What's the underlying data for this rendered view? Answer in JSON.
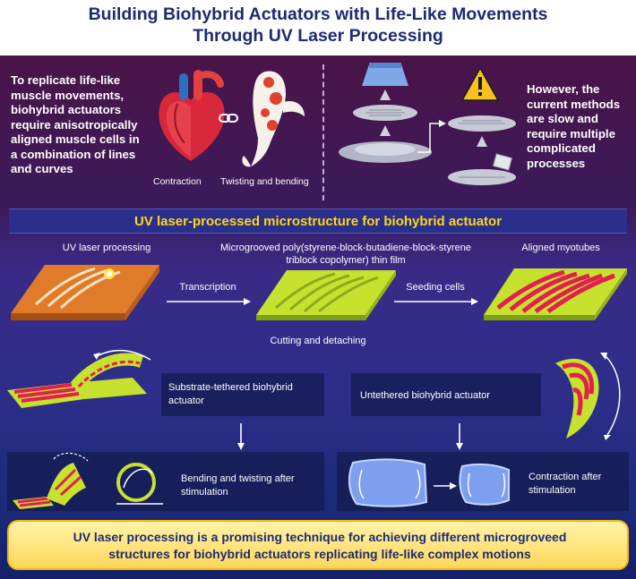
{
  "title": {
    "line1": "Building Biohybrid Actuators with Life-Like Movements",
    "line2": "Through UV Laser Processing"
  },
  "intro": {
    "left_text": "To replicate life-like muscle movements, biohybrid actuators require anisotropically aligned muscle cells in a combination of lines and curves",
    "right_text": "However, the current methods are slow and require multiple complicated processes",
    "contraction_label": "Contraction",
    "twisting_label": "Twisting and bending"
  },
  "banner": {
    "text": "UV laser-processed microstructure for biohybrid actuator"
  },
  "process": {
    "step1_label": "UV laser processing",
    "step2_label_line1": "Microgrooved poly(styrene-block-butadiene-block-styrene",
    "step2_label_line2": "triblock copolymer) thin film",
    "step3_label": "Aligned myotubes",
    "arrow1_label": "Transcription",
    "arrow2_label": "Seeding cells",
    "cutting_label": "Cutting and detaching"
  },
  "panels": {
    "tethered_line1": "Substrate-tethered biohybrid",
    "tethered_line2": "actuator",
    "untethered": "Untethered biohybrid actuator",
    "bending_line1": "Bending and twisting after",
    "bending_line2": "stimulation",
    "contraction_line1": "Contraction after",
    "contraction_line2": "stimulation"
  },
  "conclusion": {
    "line1": "UV laser processing is a promising technique for achieving different microgroveed",
    "line2": "structures for biohybrid actuators replicating life-like complex motions"
  },
  "colors": {
    "title": "#1d2a74",
    "banner_text": "#ffd51c",
    "film_orange": "#e07b2a",
    "film_green": "#c6e22e",
    "myotube_red": "#e0214f",
    "conclusion_bg": "#ffd75a"
  }
}
